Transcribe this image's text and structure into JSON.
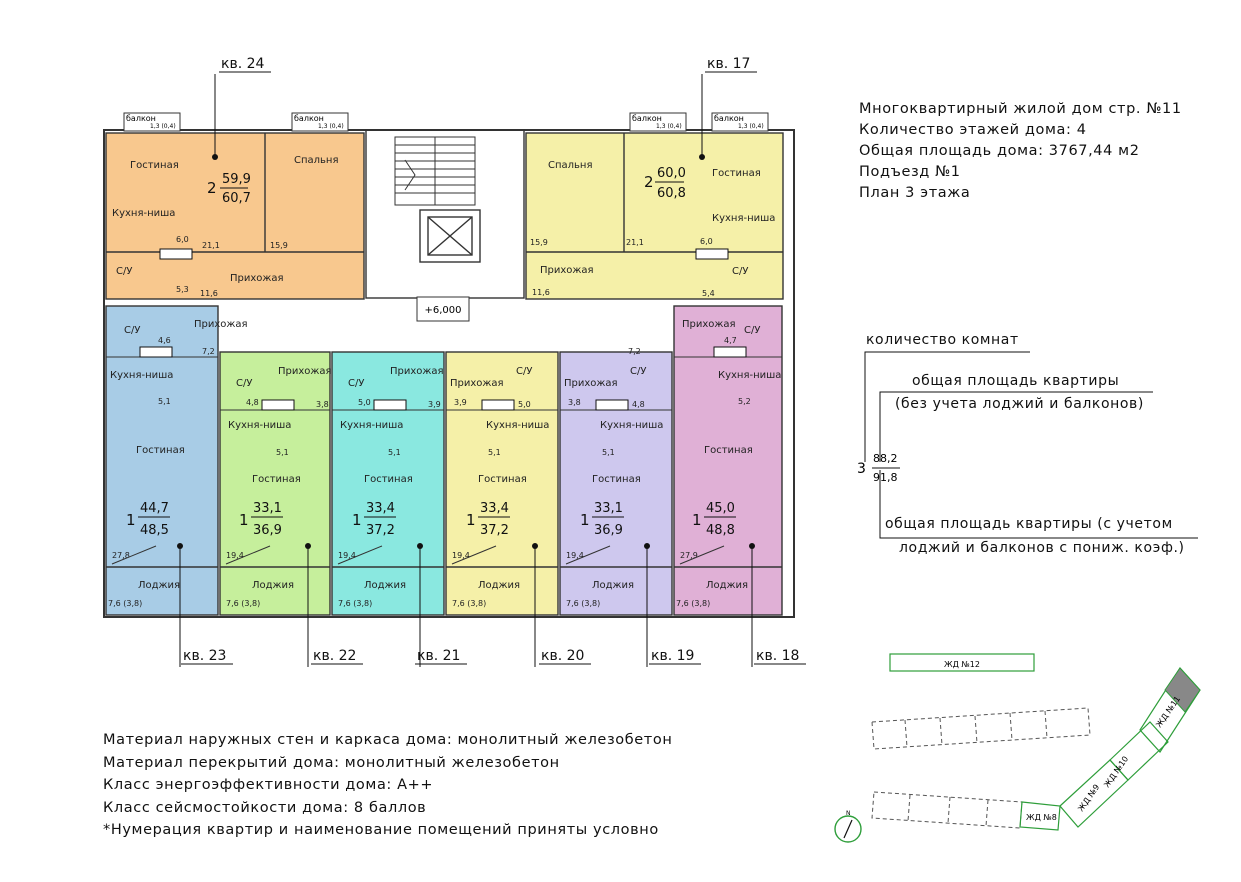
{
  "building_info": [
    "Многоквартирный жилой дом стр. №11",
    "Количество этажей дома: 4",
    "Общая площадь дома: 3767,44 м2",
    "Подъезд №1",
    "План 3 этажа"
  ],
  "materials": [
    "Материал наружных стен и каркаса дома: монолитный железобетон",
    "Материал перекрытий дома: монолитный железобетон",
    "Класс энергоэффективности дома: А++",
    "Класс сейсмостойкости дома: 8 баллов",
    "*Нумерация квартир и наименование помещений приняты условно"
  ],
  "legend": {
    "rooms_label": "количество комнат",
    "area_label_1": "общая площадь квартиры",
    "area_label_2": "(без учета лоджий и балконов)",
    "rooms_example": "3",
    "area_top_example": "88,2",
    "area_bottom_example": "91,8",
    "total_label_1": "общая площадь квартиры  (с учетом",
    "total_label_2": "лоджий и балконов с пониж. коэф.)"
  },
  "level_mark": "+6,000",
  "balcony_label": "балкон",
  "balcony_area": "1,3 (0,4)",
  "apartments": [
    {
      "number_label": "кв. 24",
      "color": "#f8c88e",
      "rooms": "2",
      "area": "59,9",
      "area_total": "60,7",
      "room_names": [
        "Гостиная",
        "Спальня",
        "Кухня-ниша",
        "С/У",
        "Прихожая"
      ],
      "room_areas": [
        "6,0",
        "21,1",
        "15,9",
        "5,3",
        "11,6"
      ]
    },
    {
      "number_label": "кв. 17",
      "color": "#f5f0a8",
      "rooms": "2",
      "area": "60,0",
      "area_total": "60,8",
      "room_names": [
        "Спальня",
        "Гостиная",
        "Кухня-ниша",
        "Прихожая",
        "С/У"
      ],
      "room_areas": [
        "15,9",
        "21,1",
        "6,0",
        "11,6",
        "5,4"
      ]
    },
    {
      "number_label": "кв. 23",
      "color": "#a8cce6",
      "rooms": "1",
      "area": "44,7",
      "area_total": "48,5",
      "room_names": [
        "С/У",
        "Прихожая",
        "Кухня-ниша",
        "Гостиная",
        "Лоджия"
      ],
      "room_areas": [
        "4,6",
        "7,2",
        "5,1",
        "27,8",
        "7,6 (3,8)"
      ]
    },
    {
      "number_label": "кв. 22",
      "color": "#c6ef9c",
      "rooms": "1",
      "area": "33,1",
      "area_total": "36,9",
      "room_names": [
        "С/У",
        "Прихожая",
        "Кухня-ниша",
        "Гостиная",
        "Лоджия"
      ],
      "room_areas": [
        "4,8",
        "3,8",
        "5,1",
        "19,4",
        "7,6 (3,8)"
      ]
    },
    {
      "number_label": "кв. 21",
      "color": "#8ae8e0",
      "rooms": "1",
      "area": "33,4",
      "area_total": "37,2",
      "room_names": [
        "С/У",
        "Прихожая",
        "Кухня-ниша",
        "Гостиная",
        "Лоджия"
      ],
      "room_areas": [
        "5,0",
        "3,9",
        "5,1",
        "19,4",
        "7,6 (3,8)"
      ]
    },
    {
      "number_label": "кв. 20",
      "color": "#f5f0a8",
      "rooms": "1",
      "area": "33,4",
      "area_total": "37,2",
      "room_names": [
        "Прихожая",
        "С/У",
        "Кухня-ниша",
        "Гостиная",
        "Лоджия"
      ],
      "room_areas": [
        "3,9",
        "5,0",
        "5,1",
        "19,4",
        "7,6 (3,8)"
      ]
    },
    {
      "number_label": "кв. 19",
      "color": "#cec8ee",
      "rooms": "1",
      "area": "33,1",
      "area_total": "36,9",
      "room_names": [
        "Прихожая",
        "С/У",
        "Кухня-ниша",
        "Гостиная",
        "Лоджия"
      ],
      "room_areas": [
        "3,8",
        "4,8",
        "5,1",
        "19,4",
        "7,6 (3,8)"
      ]
    },
    {
      "number_label": "кв. 18",
      "color": "#e0b0d6",
      "rooms": "1",
      "area": "45,0",
      "area_total": "48,8",
      "room_names": [
        "Прихожая",
        "С/У",
        "Кухня-ниша",
        "Гостиная",
        "Лоджия"
      ],
      "room_areas": [
        "7,2",
        "4,7",
        "5,2",
        "27,9",
        "7,6 (3,8)"
      ]
    }
  ],
  "site_plan": {
    "labels": [
      "ЖД №12",
      "ЖД №11",
      "ЖД №10",
      "ЖД №9",
      "ЖД №8"
    ],
    "north": "N",
    "highlight_color": "#888888",
    "outline_color": "#2e9e3a"
  }
}
